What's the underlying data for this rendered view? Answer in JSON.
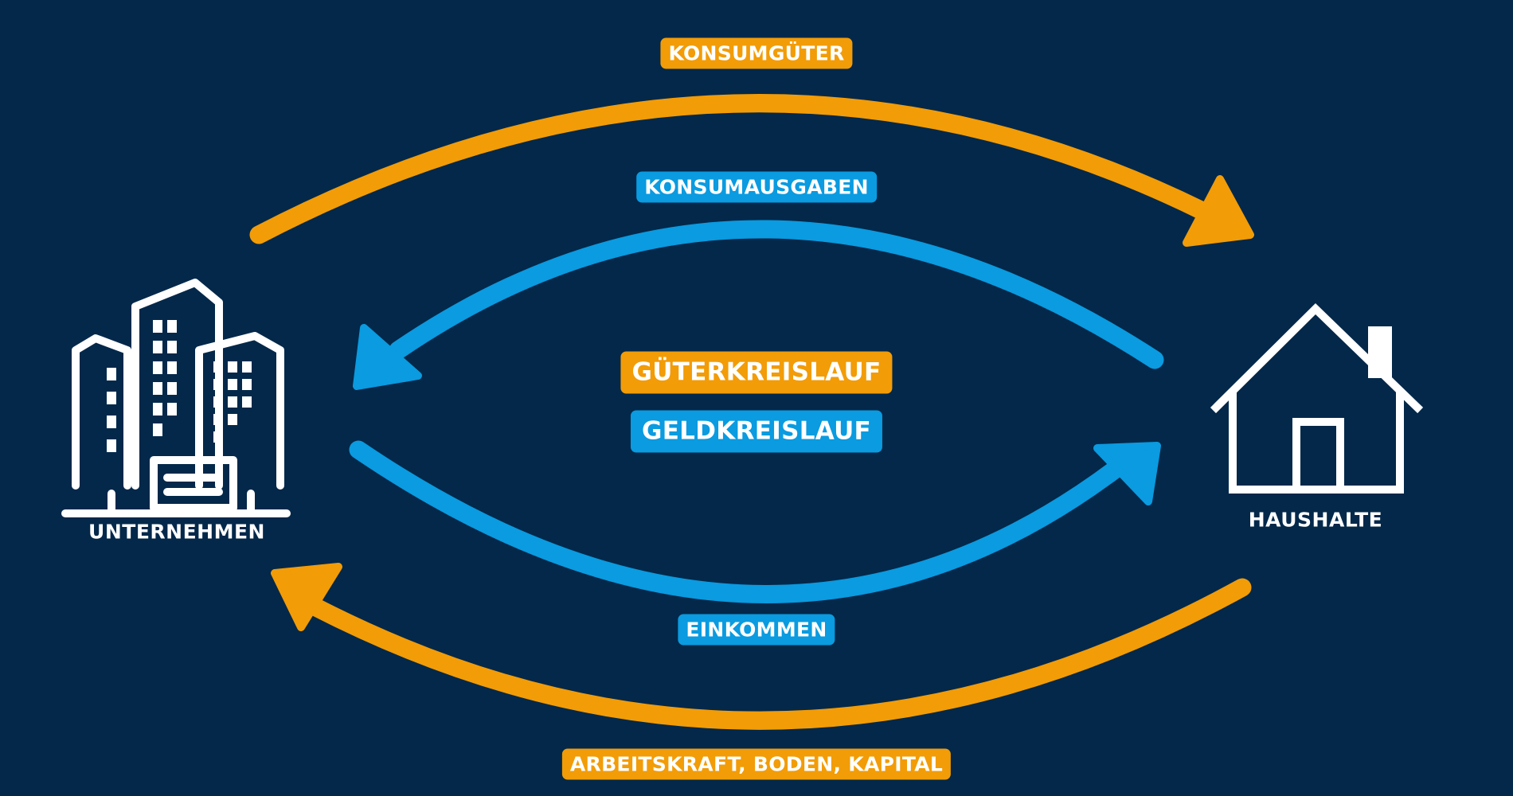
{
  "colors": {
    "background": "#03284a",
    "goods_flow": "#f29c07",
    "money_flow": "#0a9be0",
    "icon": "#ffffff"
  },
  "actors": {
    "firms": {
      "label": "UNTERNEHMEN",
      "icon": "office-buildings-icon"
    },
    "households": {
      "label": "HAUSHALTE",
      "icon": "house-icon"
    }
  },
  "flows": {
    "consumer_goods": {
      "label": "KONSUMGÜTER",
      "kind": "goods",
      "from": "firms",
      "to": "households"
    },
    "consumer_spending": {
      "label": "KONSUMAUSGABEN",
      "kind": "money",
      "from": "households",
      "to": "firms"
    },
    "income": {
      "label": "EINKOMMEN",
      "kind": "money",
      "from": "firms",
      "to": "households"
    },
    "factors": {
      "label": "ARBEITSKRAFT, BODEN, KAPITAL",
      "kind": "goods",
      "from": "households",
      "to": "firms"
    }
  },
  "legend": {
    "goods_cycle": "GÜTERKREISLAUF",
    "money_cycle": "GELDKREISLAUF"
  }
}
